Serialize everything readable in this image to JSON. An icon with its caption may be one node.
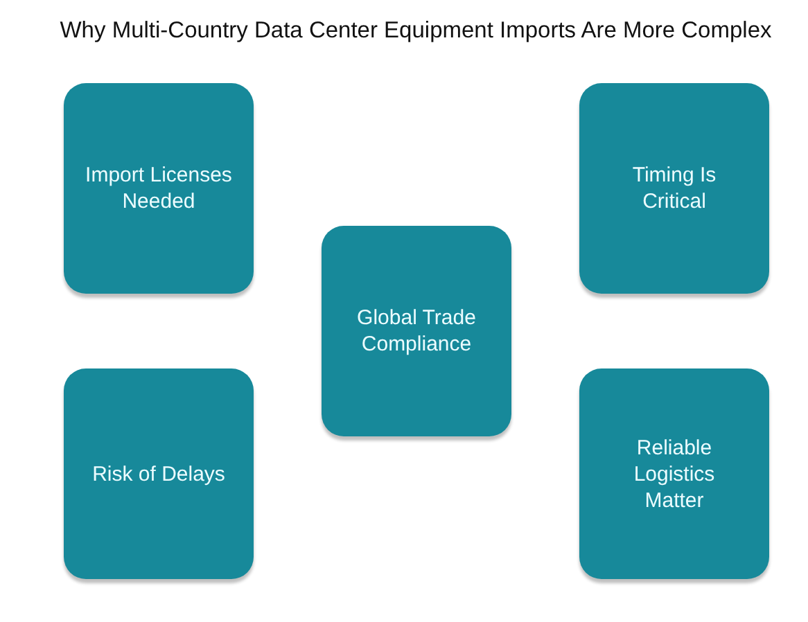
{
  "diagram": {
    "title": "Why Multi-Country Data Center Equipment Imports Are More Complex",
    "nodes": [
      {
        "text": [
          "Import Licenses Needed"
        ]
      },
      {
        "text": [
          "Timing Is Critical"
        ]
      },
      {
        "text": [
          "Global Trade Compliance"
        ]
      },
      {
        "text": [
          "Risk of Delays"
        ]
      },
      {
        "text": [
          "Reliable Logistics Matter"
        ]
      }
    ]
  }
}
